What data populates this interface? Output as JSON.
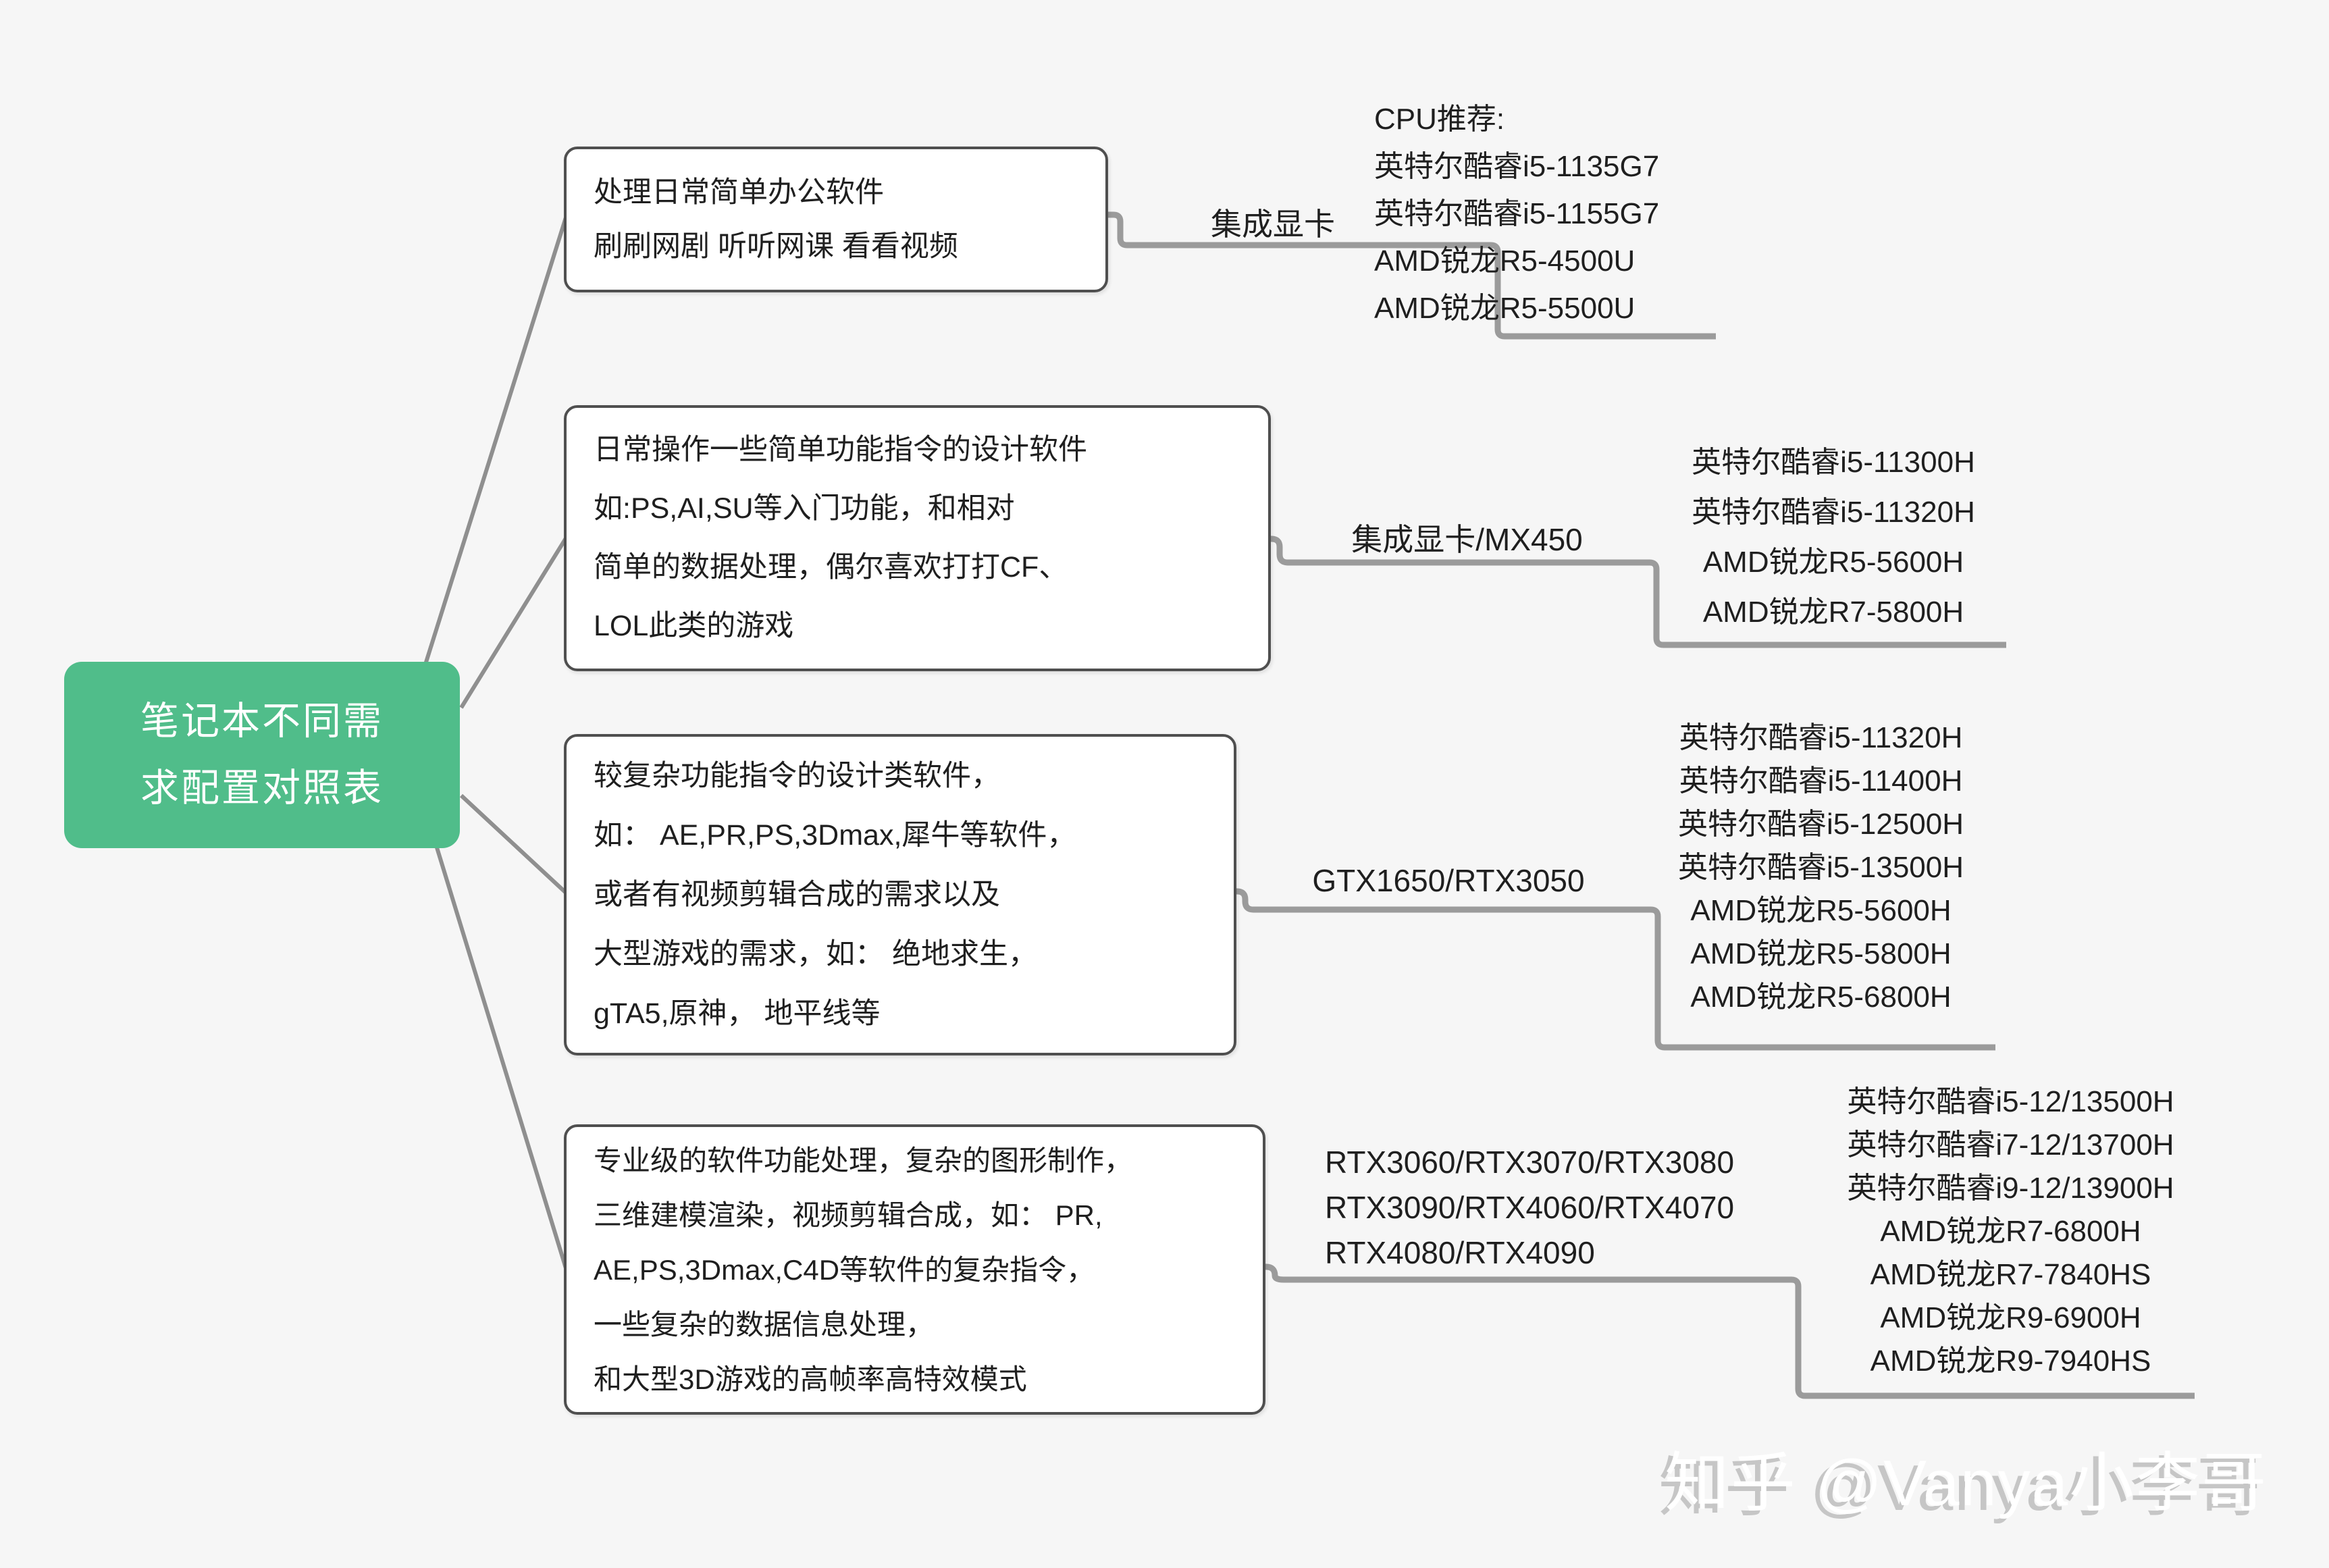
{
  "root": {
    "lines": [
      "笔记本不同需",
      "求配置对照表"
    ]
  },
  "branches": [
    {
      "topic_lines": [
        "处理日常简单办公软件",
        "刷刷网剧 听听网课 看看视频"
      ],
      "gpu_label": "集成显卡",
      "cpu_lines": [
        "CPU推荐:",
        "英特尔酷睿i5-1135G7",
        "英特尔酷睿i5-1155G7",
        "AMD锐龙R5-4500U",
        "AMD锐龙R5-5500U"
      ]
    },
    {
      "topic_lines": [
        "日常操作一些简单功能指令的设计软件",
        "如:PS,AI,SU等入门功能，和相对",
        "简单的数据处理，偶尔喜欢打打CF、",
        "LOL此类的游戏"
      ],
      "gpu_label": "集成显卡/MX450",
      "cpu_lines": [
        "英特尔酷睿i5-11300H",
        "英特尔酷睿i5-11320H",
        "AMD锐龙R5-5600H",
        "AMD锐龙R7-5800H"
      ]
    },
    {
      "topic_lines": [
        "较复杂功能指令的设计类软件，",
        "如： AE,PR,PS,3Dmax,犀牛等软件，",
        "或者有视频剪辑合成的需求以及",
        "大型游戏的需求，如： 绝地求生，",
        "gTA5,原神， 地平线等"
      ],
      "gpu_label": "GTX1650/RTX3050",
      "cpu_lines": [
        "英特尔酷睿i5-11320H",
        "英特尔酷睿i5-11400H",
        "英特尔酷睿i5-12500H",
        "英特尔酷睿i5-13500H",
        "AMD锐龙R5-5600H",
        "AMD锐龙R5-5800H",
        "AMD锐龙R5-6800H"
      ]
    },
    {
      "topic_lines": [
        "专业级的软件功能处理，复杂的图形制作，",
        "三维建模渲染，视频剪辑合成，如： PR,",
        "AE,PS,3Dmax,C4D等软件的复杂指令，",
        "一些复杂的数据信息处理，",
        "和大型3D游戏的高帧率高特效模式"
      ],
      "gpu_label_lines": [
        "RTX3060/RTX3070/RTX3080",
        "RTX3090/RTX4060/RTX4070",
        "RTX4080/RTX4090"
      ],
      "cpu_lines": [
        "英特尔酷睿i5-12/13500H",
        "英特尔酷睿i7-12/13700H",
        "英特尔酷睿i9-12/13900H",
        "AMD锐龙R7-6800H",
        "AMD锐龙R7-7840HS",
        "AMD锐龙R9-6900H",
        "AMD锐龙R9-7940HS"
      ]
    }
  ],
  "watermark": "知乎 @Vanya小李哥",
  "colors": {
    "background": "#f6f6f6",
    "root_bg": "#50bd8a",
    "root_text": "#ffffff",
    "box_border": "#4f4f4f",
    "text": "#1f1f1f",
    "connector": "#9b9b9b",
    "watermark": "#c6c6c6"
  }
}
